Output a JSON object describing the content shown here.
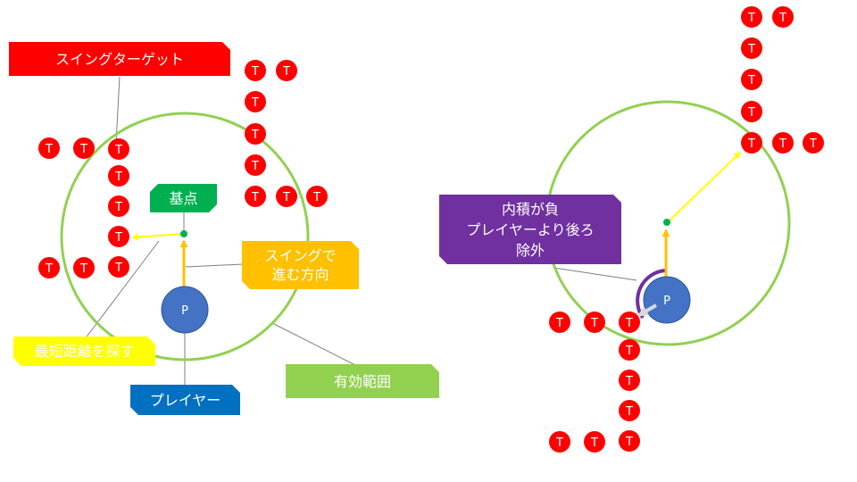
{
  "target_mark": "T",
  "player_mark": "P",
  "labels": {
    "swing_target": "スイングターゲット",
    "base_point": "基点",
    "swing_direction": "スイングで\n進む方向",
    "find_shortest": "最短距離を探す",
    "player": "プレイヤー",
    "valid_range": "有効範囲",
    "dot_negative": "内積が負\nプレイヤーより後ろ\n除外"
  },
  "colors": {
    "target": "#ff0000",
    "player": "#4472c4",
    "range_circle": "#92d050",
    "direction_arrow": "#ffc000",
    "search_arrow": "#ffff00",
    "base_point": "#00b050",
    "excluded_arc": "#7030a0",
    "excluded_arrow": "#d9d9d9",
    "label_red": "#ff0000",
    "label_green": "#00b050",
    "label_orange": "#ffc000",
    "label_yellow": "#ffff00",
    "label_blue": "#0070c0",
    "label_lightgreen": "#92d050",
    "label_purple": "#7030a0"
  }
}
